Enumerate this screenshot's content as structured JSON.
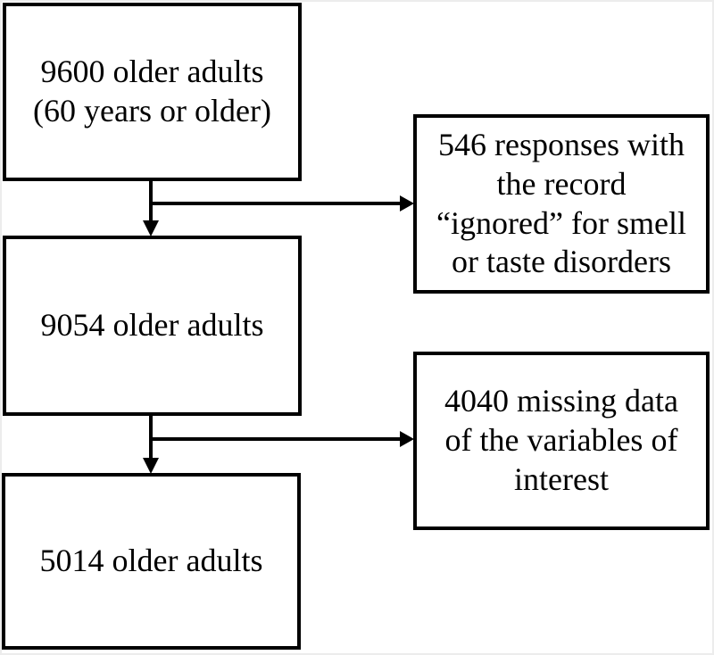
{
  "page": {
    "background_color": "#ffffff",
    "line_color": "#000000",
    "text_color": "#000000"
  },
  "flow": {
    "step1": {
      "text": "9600 older adults\n(60 years or older)"
    },
    "step2": {
      "text": "9054 older adults"
    },
    "step3": {
      "text": "5014 older adults"
    }
  },
  "exclusions": {
    "excl1": {
      "text": "546 responses with\nthe record\n“ignored” for smell\nor taste disorders"
    },
    "excl2": {
      "text": "4040 missing data\nof the variables of\ninterest"
    }
  }
}
